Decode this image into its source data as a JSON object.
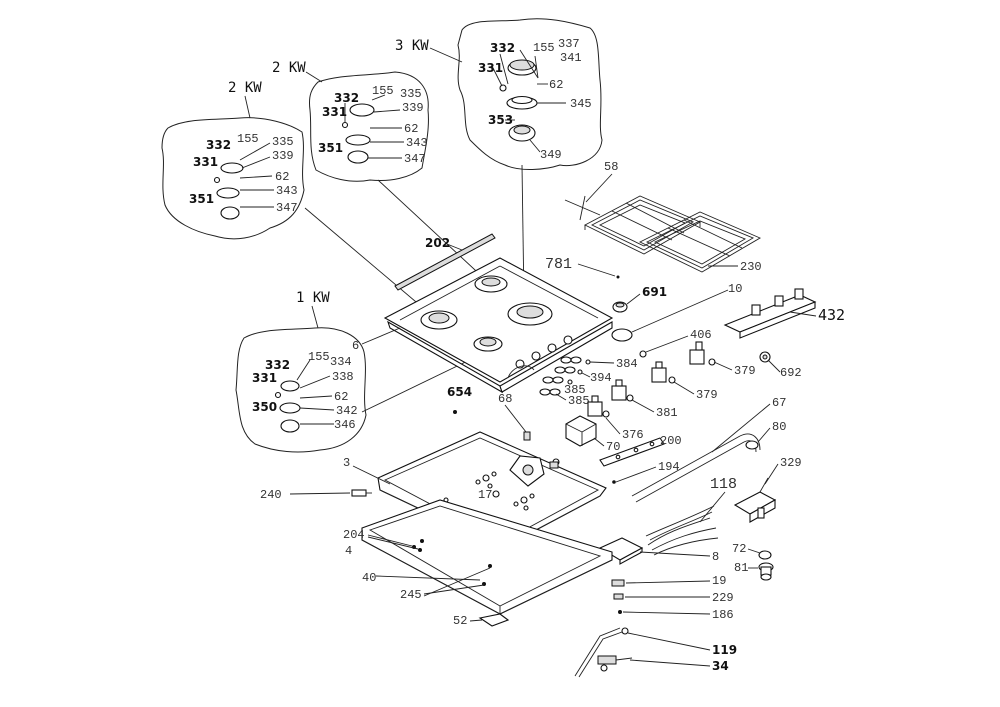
{
  "zones": {
    "kw3": "3 KW",
    "kw2a": "2 KW",
    "kw2b": "2 KW",
    "kw1": "1 KW"
  },
  "labels": {
    "z3_332": "332",
    "z3_331": "331",
    "z3_155": "155",
    "z3_337": "337",
    "z3_341": "341",
    "z3_62": "62",
    "z3_345": "345",
    "z3_353": "353",
    "z3_349": "349",
    "z2b_332": "332",
    "z2b_331": "331",
    "z2b_155": "155",
    "z2b_335": "335",
    "z2b_339": "339",
    "z2b_62": "62",
    "z2b_351": "351",
    "z2b_343": "343",
    "z2b_347": "347",
    "z2a_332": "332",
    "z2a_331": "331",
    "z2a_155": "155",
    "z2a_335": "335",
    "z2a_339": "339",
    "z2a_62": "62",
    "z2a_351": "351",
    "z2a_343": "343",
    "z2a_347": "347",
    "z1_332": "332",
    "z1_331": "331",
    "z1_155": "155",
    "z1_334": "334",
    "z1_338": "338",
    "z1_62": "62",
    "z1_350": "350",
    "z1_342": "342",
    "z1_346": "346",
    "p58": "58",
    "p781": "781",
    "p230": "230",
    "p691": "691",
    "p10": "10",
    "p432": "432",
    "p202": "202",
    "p6": "6",
    "p654": "654",
    "p68": "68",
    "p406": "406",
    "p384": "384",
    "p394": "394",
    "p385a": "385",
    "p385b": "385",
    "p379a": "379",
    "p379b": "379",
    "p692": "692",
    "p381": "381",
    "p376": "376",
    "p70": "70",
    "p200": "200",
    "p67": "67",
    "p80": "80",
    "p194": "194",
    "p3": "3",
    "p240": "240",
    "p17": "17",
    "p118": "118",
    "p329": "329",
    "p204": "204",
    "p4": "4",
    "p8": "8",
    "p72": "72",
    "p81": "81",
    "p40": "40",
    "p245": "245",
    "p19": "19",
    "p229": "229",
    "p186": "186",
    "p52": "52",
    "p119": "119",
    "p34": "34"
  }
}
